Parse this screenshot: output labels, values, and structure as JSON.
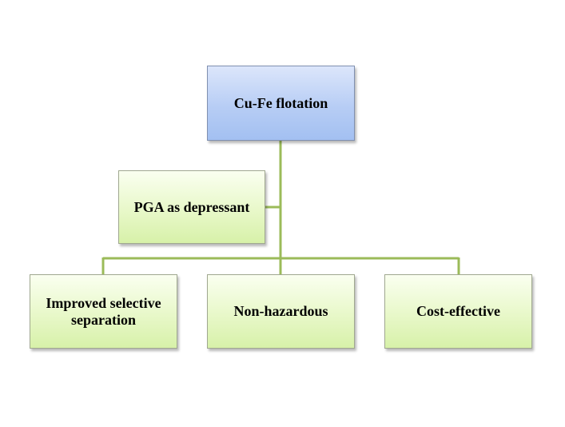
{
  "diagram": {
    "root": {
      "label": "Cu-Fe flotation"
    },
    "assistant": {
      "label": "PGA as depressant"
    },
    "children": [
      {
        "label": "Improved selective separation"
      },
      {
        "label": "Non-hazardous"
      },
      {
        "label": "Cost-effective"
      }
    ]
  },
  "colors": {
    "connector": "#9bbb59",
    "root_fill": "#b7cdf5",
    "leaf_fill": "#e8f8c9",
    "border": "#9a9a9a"
  }
}
